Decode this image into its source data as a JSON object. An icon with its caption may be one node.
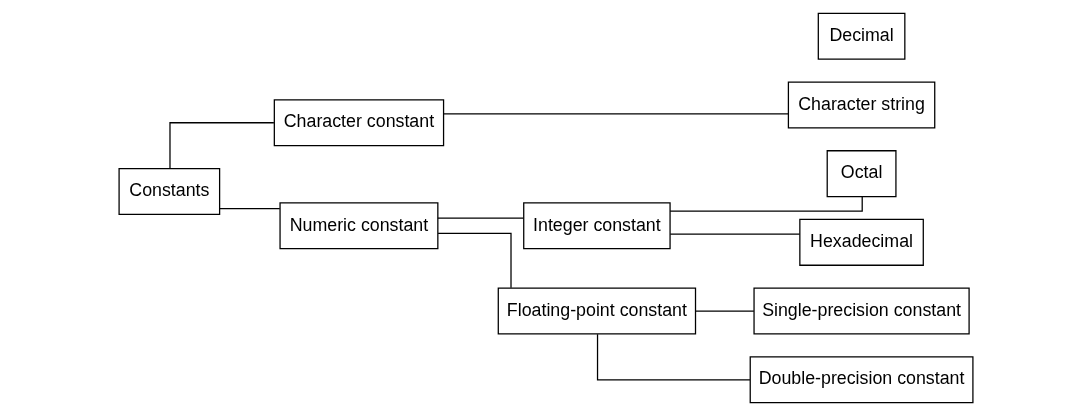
{
  "diagram": {
    "nodes": [
      {
        "text": [
          "Constants"
        ]
      },
      {
        "text": [
          "Character constant"
        ]
      },
      {
        "text": [
          "Character string"
        ]
      },
      {
        "text": [
          "Numeric constant"
        ]
      },
      {
        "text": [
          "Integer constant"
        ]
      },
      {
        "text": [
          "Floating-point constant"
        ]
      },
      {
        "text": [
          "Octal"
        ]
      },
      {
        "text": [
          "Decimal"
        ]
      },
      {
        "text": [
          "Hexadecimal"
        ]
      },
      {
        "text": [
          "Single-precision constant"
        ]
      },
      {
        "text": [
          "Double-precision constant"
        ]
      }
    ],
    "edges": [
      {
        "from": 0,
        "to": 1,
        "arrow": "none"
      },
      {
        "from": 0,
        "to": 3,
        "arrow": "none"
      },
      {
        "from": 1,
        "to": 2,
        "arrow": "none"
      },
      {
        "from": 3,
        "to": 4,
        "arrow": "none"
      },
      {
        "from": 3,
        "to": 5,
        "arrow": "none"
      },
      {
        "from": 4,
        "to": 6,
        "arrow": "none"
      },
      {
        "from": 4,
        "to": 8,
        "arrow": "none"
      },
      {
        "from": 5,
        "to": 9,
        "arrow": "none"
      },
      {
        "from": 5,
        "to": 10,
        "arrow": "none"
      }
    ]
  }
}
